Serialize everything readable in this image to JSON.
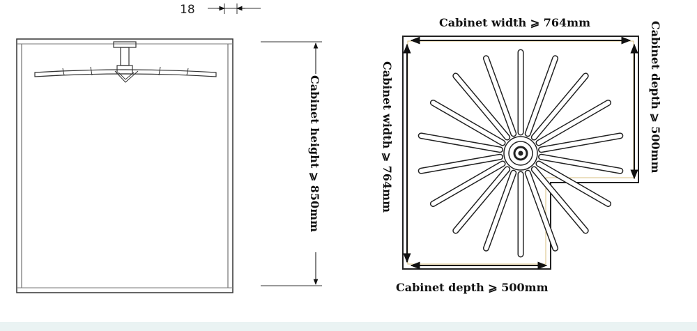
{
  "left_view": {
    "thickness_label": "18",
    "height_label": "Cabinet height ⩾ 850mm"
  },
  "right_view": {
    "top_width_label": "Cabinet width ⩾ 764mm",
    "right_depth_label": "Cabinet depth ⩾ 500mm",
    "left_width_label": "Cabinet width ⩾ 764mm",
    "bottom_depth_label": "Cabinet depth ⩾ 500mm"
  },
  "colors": {
    "line": "#222222",
    "accent_gold": "#c8a84a",
    "background": "#ffffff",
    "strip": "#eaf3f3"
  },
  "icons": [
    "lazy-susan-rack-icon",
    "center-hub-icon",
    "dimension-arrow-icon"
  ]
}
